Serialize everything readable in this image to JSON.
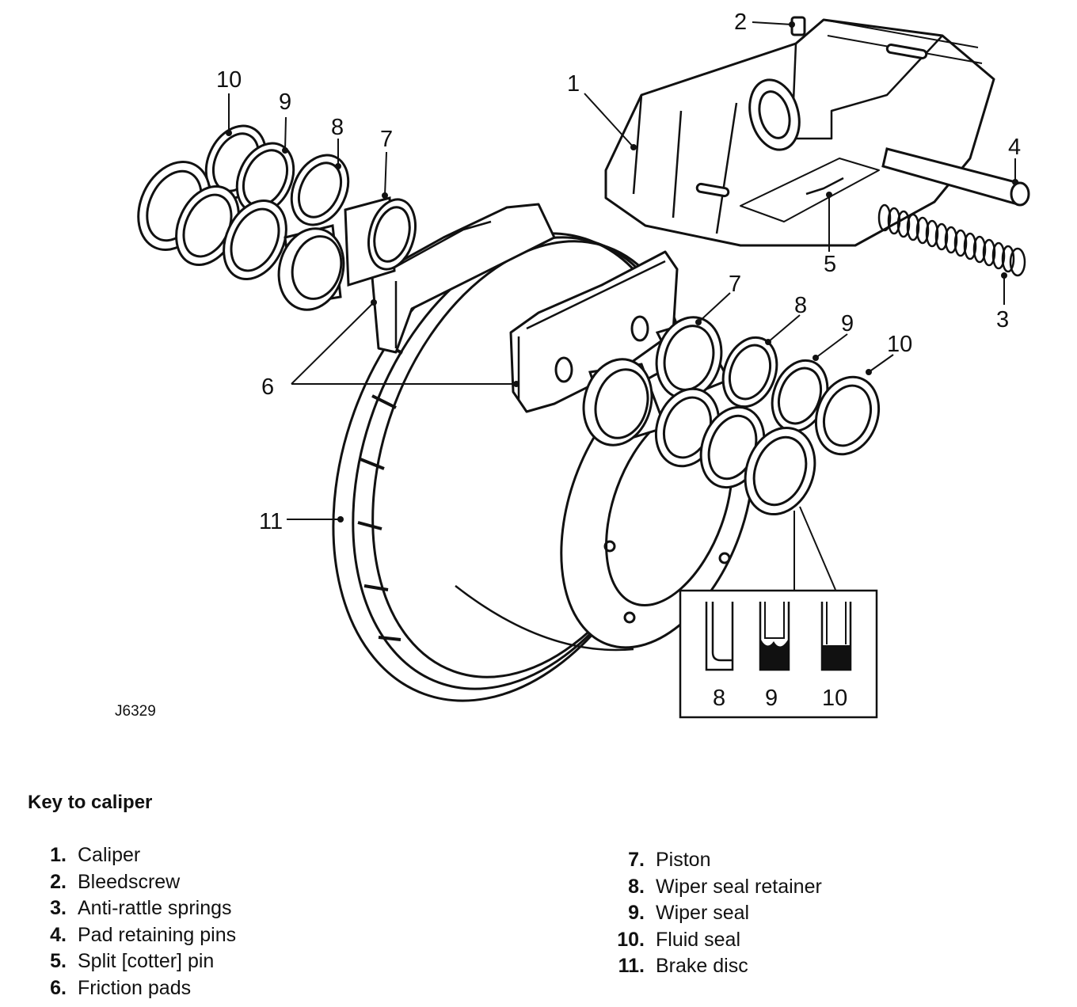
{
  "callouts": {
    "caliper": "1",
    "bleedscrew": "2",
    "anti_rattle_springs": "3",
    "pad_retaining_pins": "4",
    "split_cotter_pin": "5",
    "friction_pads": "6",
    "piston_top": "7",
    "piston_bottom": "7",
    "wiper_seal_retainer_top": "8",
    "wiper_seal_retainer_bottom": "8",
    "wiper_seal_top": "9",
    "wiper_seal_bottom": "9",
    "fluid_seal_top": "10",
    "fluid_seal_bottom": "10",
    "brake_disc": "11"
  },
  "inset": {
    "labels": [
      "8",
      "9",
      "10"
    ]
  },
  "figure_ref": "J6329",
  "key": {
    "title": "Key to caliper",
    "left": [
      {
        "num": "1.",
        "label": "Caliper"
      },
      {
        "num": "2.",
        "label": "Bleedscrew"
      },
      {
        "num": "3.",
        "label": "Anti-rattle springs"
      },
      {
        "num": "4.",
        "label": "Pad retaining pins"
      },
      {
        "num": "5.",
        "label": "Split [cotter] pin"
      },
      {
        "num": "6.",
        "label": "Friction pads"
      }
    ],
    "right": [
      {
        "num": "7.",
        "label": "Piston"
      },
      {
        "num": "8.",
        "label": "Wiper seal retainer"
      },
      {
        "num": "9.",
        "label": "Wiper seal"
      },
      {
        "num": "10.",
        "label": "Fluid seal"
      },
      {
        "num": "11.",
        "label": "Brake disc"
      }
    ]
  }
}
